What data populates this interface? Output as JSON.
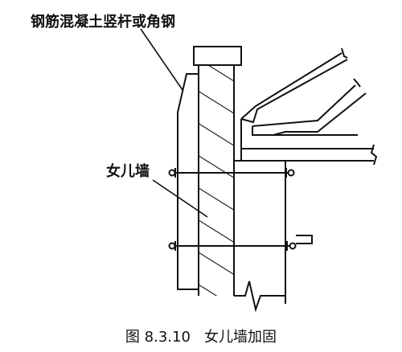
{
  "labels": {
    "member": "钢筋混凝土竖杆或角钢",
    "parapet": "女儿墙"
  },
  "caption": "图 8.3.10   女儿墙加固"
}
